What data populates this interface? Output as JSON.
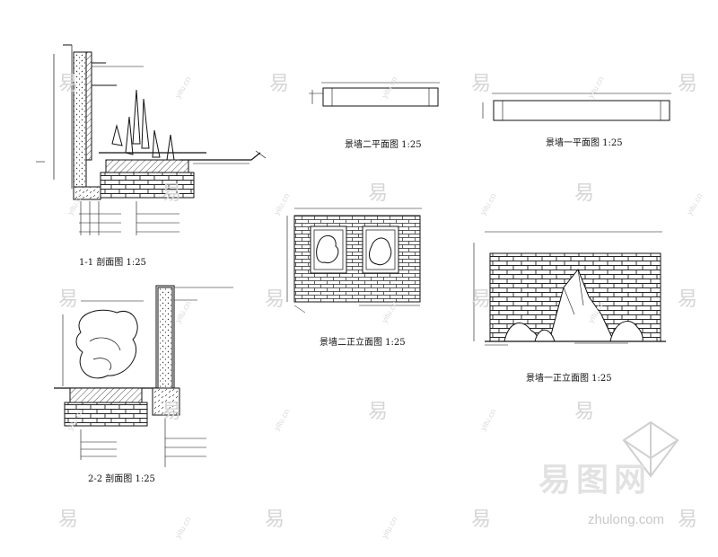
{
  "captions": {
    "section_1": "1-1 剖面图 1:25",
    "section_2": "2-2 剖面图 1:25",
    "wall2_plan": "景墙二平面图 1:25",
    "wall1_plan": "景墙一平面图 1:25",
    "wall2_elev": "景墙二正立面图 1:25",
    "wall1_elev": "景墙一正立面图 1:25"
  },
  "watermark": {
    "url": "zhulong.com",
    "glyph": "易",
    "brand": "易图网",
    "diag": "yitu.cn",
    "colors": {
      "glyph": "#d6d6d6",
      "logo": "#d0d0d0"
    }
  },
  "line_color": "#111111"
}
